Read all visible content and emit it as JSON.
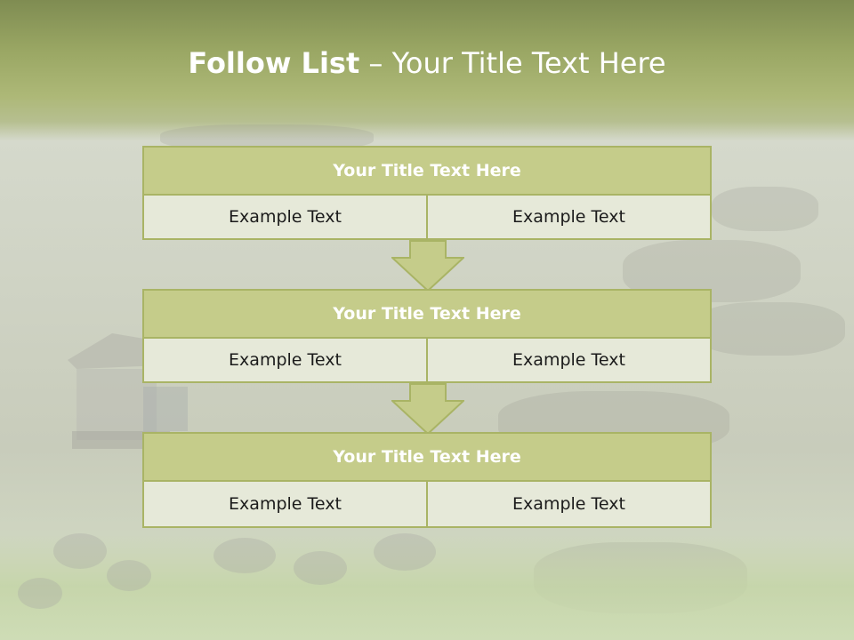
{
  "title": {
    "bold": "Follow List",
    "rest": " – Your Title Text Here"
  },
  "steps": [
    {
      "heading": "Your Title Text Here",
      "left": "Example Text",
      "right": "Example Text"
    },
    {
      "heading": "Your Title Text Here",
      "left": "Example Text",
      "right": "Example Text"
    },
    {
      "heading": "Your Title Text Here",
      "left": "Example Text",
      "right": "Example Text"
    }
  ],
  "colors": {
    "header_fill": "#c5cc8a",
    "border": "#a9b465",
    "cell_fill": "#e6e9d9",
    "arrow_fill": "#c5cc8a"
  },
  "icons": [
    "down-arrow-icon"
  ]
}
